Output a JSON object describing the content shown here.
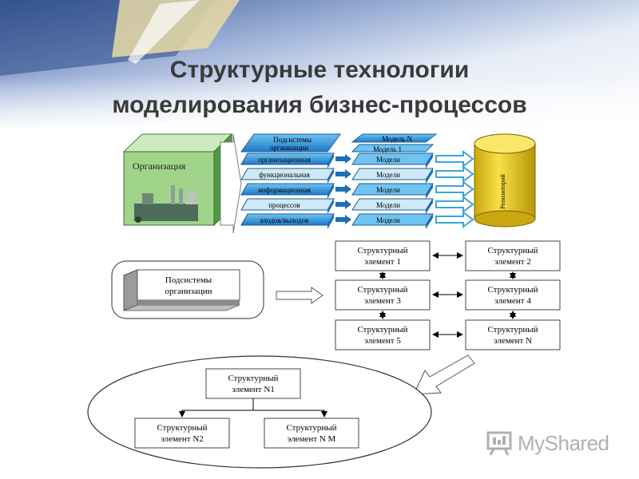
{
  "title": {
    "line1": "Структурные технологии",
    "line2": "моделирования бизнес-процессов"
  },
  "organization": {
    "label": "Организация"
  },
  "subsystems": {
    "header": [
      "Подсистемы",
      "организации"
    ],
    "layers": [
      "организационная",
      "функциональная",
      "информационная",
      "процессов",
      "входов/выходов"
    ]
  },
  "models": {
    "header": "Модель N",
    "first": "Модель 1",
    "items": [
      "Модели",
      "Модели",
      "Модели",
      "Модели",
      "Модели"
    ]
  },
  "repository": {
    "label": "Репозиторий"
  },
  "org_subsystems_block": {
    "line1": "Подсистемы",
    "line2": "организации"
  },
  "structural_elements": [
    {
      "line1": "Структурный",
      "line2": "элемент 1"
    },
    {
      "line1": "Структурный",
      "line2": "элемент 2"
    },
    {
      "line1": "Структурный",
      "line2": "элемент 3"
    },
    {
      "line1": "Структурный",
      "line2": "элемент 4"
    },
    {
      "line1": "Структурный",
      "line2": "элемент 5"
    },
    {
      "line1": "Структурный",
      "line2": "элемент N"
    }
  ],
  "hierarchy": {
    "root": {
      "line1": "Структурный",
      "line2": "элемент N1"
    },
    "left": {
      "line1": "Структурный",
      "line2": "элемент N2"
    },
    "right": {
      "line1": "Структурный",
      "line2": "элемент N M"
    }
  },
  "watermark": {
    "text": "MyShared",
    "icon": "presentation-board-icon"
  },
  "colors": {
    "cube_front": "#9fd48a",
    "cube_top": "#cdebbf",
    "cube_side": "#4f9a45",
    "layer_blue": "#2f8fd8",
    "layer_light": "#cfe9f6",
    "repo_yellow": "#f2d22e",
    "accent_arrow": "#3aa6d9"
  }
}
